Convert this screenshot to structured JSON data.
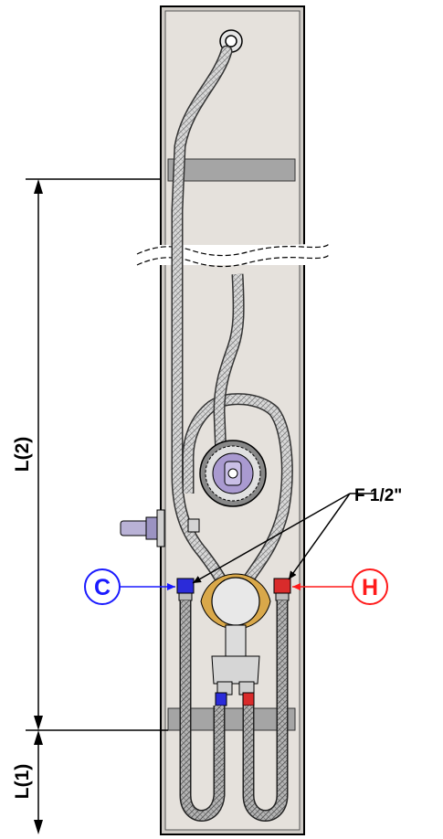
{
  "labels": {
    "length_upper": "L(2)",
    "length_lower": "L(1)",
    "connection_size": "F 1/2\"",
    "cold_marker": "C",
    "hot_marker": "H"
  },
  "colors": {
    "cold": "#1a1aff",
    "hot": "#ff1a1a",
    "panel": "#e5e1dc",
    "bracket": "#a5a5a5",
    "hose": "#c8c8c8",
    "line": "#000000"
  }
}
